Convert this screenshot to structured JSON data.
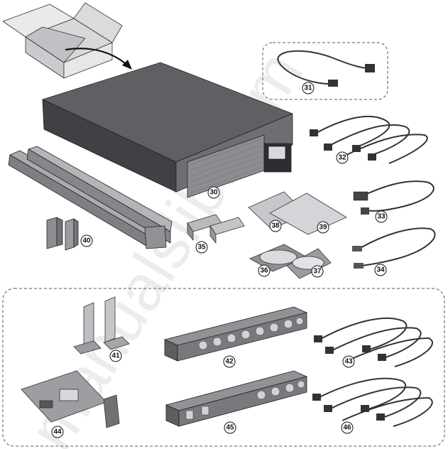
{
  "diagram": {
    "watermark": "manualslib.com",
    "callouts": {
      "c30": "30",
      "c31": "31",
      "c32": "32",
      "c33": "33",
      "c34": "34",
      "c35": "35",
      "c36": "36",
      "c37": "37",
      "c38": "38",
      "c39": "39",
      "c40": "40",
      "c41": "41",
      "c42": "42",
      "c43": "43",
      "c44": "44",
      "c45": "45",
      "c46": "46"
    }
  }
}
